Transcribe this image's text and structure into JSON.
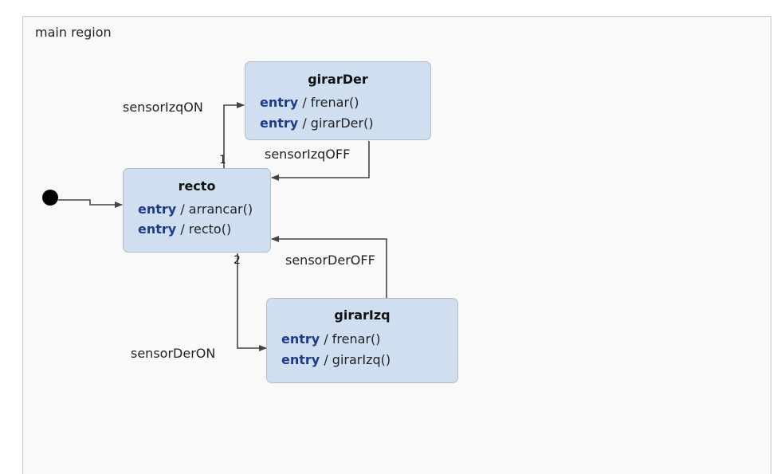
{
  "region": {
    "title": "main region"
  },
  "states": {
    "girarDer": {
      "name": "girarDer",
      "actions": [
        {
          "keyword": "entry",
          "text": "/ frenar()"
        },
        {
          "keyword": "entry",
          "text": "/ girarDer()"
        }
      ]
    },
    "recto": {
      "name": "recto",
      "actions": [
        {
          "keyword": "entry",
          "text": "/ arrancar()"
        },
        {
          "keyword": "entry",
          "text": "/ recto()"
        }
      ]
    },
    "girarIzq": {
      "name": "girarIzq",
      "actions": [
        {
          "keyword": "entry",
          "text": "/ frenar()"
        },
        {
          "keyword": "entry",
          "text": "/ girarIzq()"
        }
      ]
    }
  },
  "transitions": {
    "sensorIzqON": {
      "label": "sensorIzqON",
      "priority": "1"
    },
    "sensorIzqOFF": {
      "label": "sensorIzqOFF"
    },
    "sensorDerON": {
      "label": "sensorDerON",
      "priority": "2"
    },
    "sensorDerOFF": {
      "label": "sensorDerOFF"
    }
  },
  "colors": {
    "state_fill": "#d0dff0",
    "keyword": "#1d3a8f",
    "edge": "#444444"
  }
}
